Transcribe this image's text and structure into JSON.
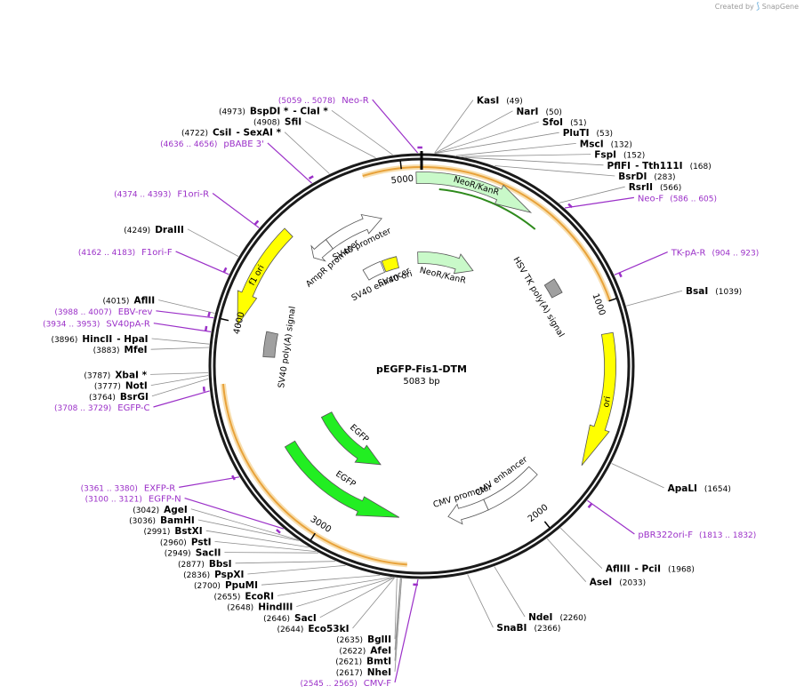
{
  "credit": {
    "created_by": "Created by",
    "brand": "SnapGene"
  },
  "plasmid": {
    "name": "pEGFP-Fis1-DTM",
    "length_label": "5083 bp",
    "length": 5083
  },
  "colors": {
    "backbone": "#1a1a1a",
    "primer": "#9b30c8",
    "leader_line": "#8c8c8c",
    "site_text": "#000000",
    "egfp": "#22ee22",
    "neo": "#c9f9c9",
    "ori": "#ffff00",
    "promoter": "#ffffff",
    "misc": "#a0a0a0",
    "orf_arc": "#e8a23a",
    "orf_arc_glow": "#f8dfb0",
    "neo_inner_arc": "#2e8a1c"
  },
  "ticks": [
    {
      "pos": 5000,
      "label": "5000"
    },
    {
      "pos": 1000,
      "label": "1000"
    },
    {
      "pos": 2000,
      "label": "2000"
    },
    {
      "pos": 3000,
      "label": "3000"
    },
    {
      "pos": 4000,
      "label": "4000"
    }
  ],
  "sites": [
    {
      "pos": 49,
      "name": "KasI",
      "num": "(49)",
      "numFirst": false
    },
    {
      "pos": 50,
      "name": "NarI",
      "num": "(50)",
      "numFirst": false
    },
    {
      "pos": 51,
      "name": "SfoI",
      "num": "(51)",
      "numFirst": false
    },
    {
      "pos": 53,
      "name": "PluTI",
      "num": "(53)",
      "numFirst": false
    },
    {
      "pos": 132,
      "name": "MscI",
      "num": "(132)",
      "numFirst": false
    },
    {
      "pos": 152,
      "name": "FspI",
      "num": "(152)",
      "numFirst": false
    },
    {
      "pos": 168,
      "name": "PflFI",
      "dash": "- Tth111I",
      "num": "(168)",
      "numFirst": false
    },
    {
      "pos": 283,
      "name": "BsrDI",
      "num": "(283)",
      "numFirst": false
    },
    {
      "pos": 566,
      "name": "RsrII",
      "num": "(566)",
      "numFirst": false
    },
    {
      "pos": 1039,
      "name": "BsaI",
      "num": "(1039)",
      "numFirst": false
    },
    {
      "pos": 1654,
      "name": "ApaLI",
      "num": "(1654)",
      "numFirst": false
    },
    {
      "pos": 1968,
      "name": "AflIII",
      "dash": "- PciI",
      "num": "(1968)",
      "numFirst": false
    },
    {
      "pos": 2033,
      "name": "AseI",
      "num": "(2033)",
      "numFirst": false
    },
    {
      "pos": 2260,
      "name": "NdeI",
      "num": "(2260)",
      "numFirst": false
    },
    {
      "pos": 2366,
      "name": "SnaBI",
      "num": "(2366)",
      "numFirst": false
    },
    {
      "pos": 2617,
      "name": "NheI",
      "num": "(2617)",
      "numFirst": true
    },
    {
      "pos": 2621,
      "name": "BmtI",
      "num": "(2621)",
      "numFirst": true
    },
    {
      "pos": 2622,
      "name": "AfeI",
      "num": "(2622)",
      "numFirst": true
    },
    {
      "pos": 2635,
      "name": "BglII",
      "num": "(2635)",
      "numFirst": true
    },
    {
      "pos": 2644,
      "name": "Eco53kI",
      "num": "(2644)",
      "numFirst": true
    },
    {
      "pos": 2646,
      "name": "SacI",
      "num": "(2646)",
      "numFirst": true
    },
    {
      "pos": 2648,
      "name": "HindIII",
      "num": "(2648)",
      "numFirst": true
    },
    {
      "pos": 2655,
      "name": "EcoRI",
      "num": "(2655)",
      "numFirst": true
    },
    {
      "pos": 2700,
      "name": "PpuMI",
      "num": "(2700)",
      "numFirst": true
    },
    {
      "pos": 2836,
      "name": "PspXI",
      "num": "(2836)",
      "numFirst": true
    },
    {
      "pos": 2877,
      "name": "BbsI",
      "num": "(2877)",
      "numFirst": true
    },
    {
      "pos": 2949,
      "name": "SacII",
      "num": "(2949)",
      "numFirst": true
    },
    {
      "pos": 2960,
      "name": "PstI",
      "num": "(2960)",
      "numFirst": true
    },
    {
      "pos": 2991,
      "name": "BstXI",
      "num": "(2991)",
      "numFirst": true
    },
    {
      "pos": 3036,
      "name": "BamHI",
      "num": "(3036)",
      "numFirst": true
    },
    {
      "pos": 3042,
      "name": "AgeI",
      "num": "(3042)",
      "numFirst": true
    },
    {
      "pos": 3764,
      "name": "BsrGI",
      "num": "(3764)",
      "numFirst": true
    },
    {
      "pos": 3777,
      "name": "NotI",
      "num": "(3777)",
      "numFirst": true
    },
    {
      "pos": 3787,
      "name": "XbaI *",
      "num": "(3787)",
      "numFirst": true
    },
    {
      "pos": 3883,
      "name": "MfeI",
      "num": "(3883)",
      "numFirst": true
    },
    {
      "pos": 3896,
      "name": "HincII",
      "dash": "- HpaI",
      "num": "(3896)",
      "numFirst": true
    },
    {
      "pos": 4015,
      "name": "AflII",
      "num": "(4015)",
      "numFirst": true
    },
    {
      "pos": 4249,
      "name": "DraIII",
      "num": "(4249)",
      "numFirst": true
    },
    {
      "pos": 4722,
      "name": "CsiI",
      "dash": "- SexAI *",
      "num": "(4722)",
      "numFirst": true
    },
    {
      "pos": 4908,
      "name": "SfiI",
      "num": "(4908)",
      "numFirst": true
    },
    {
      "pos": 4973,
      "name": "BspDI *",
      "dash": "- ClaI *",
      "num": "(4973)",
      "numFirst": true
    }
  ],
  "primers": [
    {
      "pos": 5068,
      "name": "Neo-R",
      "range": "(5059 .. 5078)",
      "numFirst": true
    },
    {
      "pos": 595,
      "name": "Neo-F",
      "range": "(586 .. 605)",
      "numFirst": false
    },
    {
      "pos": 913,
      "name": "TK-pA-R",
      "range": "(904 .. 923)",
      "numFirst": false
    },
    {
      "pos": 1822,
      "name": "pBR322ori-F",
      "range": "(1813 .. 1832)",
      "numFirst": false
    },
    {
      "pos": 2555,
      "name": "CMV-F",
      "range": "(2545 .. 2565)",
      "numFirst": false
    },
    {
      "pos": 3110,
      "name": "EGFP-N",
      "range": "(3100 .. 3121)",
      "numFirst": true
    },
    {
      "pos": 3370,
      "name": "EXFP-R",
      "range": "(3361 .. 3380)",
      "numFirst": true
    },
    {
      "pos": 3718,
      "name": "EGFP-C",
      "range": "(3708 .. 3729)",
      "numFirst": true
    },
    {
      "pos": 3943,
      "name": "SV40pA-R",
      "range": "(3934 .. 3953)",
      "numFirst": true
    },
    {
      "pos": 3997,
      "name": "EBV-rev",
      "range": "(3988 .. 4007)",
      "numFirst": true
    },
    {
      "pos": 4172,
      "name": "F1ori-F",
      "range": "(4162 .. 4183)",
      "numFirst": true
    },
    {
      "pos": 4383,
      "name": "F1ori-R",
      "range": "(4374 .. 4393)",
      "numFirst": true
    },
    {
      "pos": 4646,
      "name": "pBABE 3'",
      "range": "(4636 .. 4656)",
      "numFirst": true
    }
  ],
  "features": [
    {
      "name": "NeoR/KanR",
      "start": 5060,
      "end": 500,
      "dir": 1,
      "track": 1,
      "color": "neo"
    },
    {
      "name": "NeoR/KanR",
      "start": 5055,
      "end": 400,
      "dir": 1,
      "track": 3,
      "color": "neo"
    },
    {
      "name": "HSV TK poly(A) signal",
      "start": 800,
      "end": 880,
      "dir": 0,
      "track": 2,
      "color": "misc"
    },
    {
      "name": "ori",
      "start": 1130,
      "end": 1720,
      "dir": 1,
      "track": 1,
      "color": "ori"
    },
    {
      "name": "CMV enhancer",
      "start": 1880,
      "end": 2190,
      "dir": 0,
      "track": 2,
      "color": "promoter"
    },
    {
      "name": "CMV promoter",
      "start": 2190,
      "end": 2400,
      "dir": 1,
      "track": 2,
      "color": "promoter"
    },
    {
      "name": "EGFP",
      "start": 2660,
      "end": 3380,
      "dir": -1,
      "track": 2,
      "color": "egfp"
    },
    {
      "name": "EGFP",
      "start": 2860,
      "end": 3430,
      "dir": -1,
      "track": 4,
      "color": "egfp"
    },
    {
      "name": "SV40 poly(A) signal",
      "start": 3860,
      "end": 3990,
      "dir": 0,
      "track": 2,
      "color": "misc"
    },
    {
      "name": "f1 ori",
      "start": 3990,
      "end": 4450,
      "dir": -1,
      "track": 1,
      "color": "ori"
    },
    {
      "name": "AmpR promoter",
      "start": 4450,
      "end": 4560,
      "dir": -1,
      "track": 2,
      "color": "promoter"
    },
    {
      "name": "SV40 promoter",
      "start": 4560,
      "end": 4870,
      "dir": 1,
      "track": 2,
      "color": "promoter"
    },
    {
      "name": "SV40 enhancer",
      "start": 4640,
      "end": 4780,
      "dir": 0,
      "track": 4,
      "color": "promoter"
    },
    {
      "name": "SV40 ori",
      "start": 4790,
      "end": 4900,
      "dir": 0,
      "track": 4,
      "color": "ori"
    }
  ],
  "orf_arcs": [
    {
      "start": 4840,
      "end": 1000
    },
    {
      "start": 2600,
      "end": 3740
    }
  ]
}
